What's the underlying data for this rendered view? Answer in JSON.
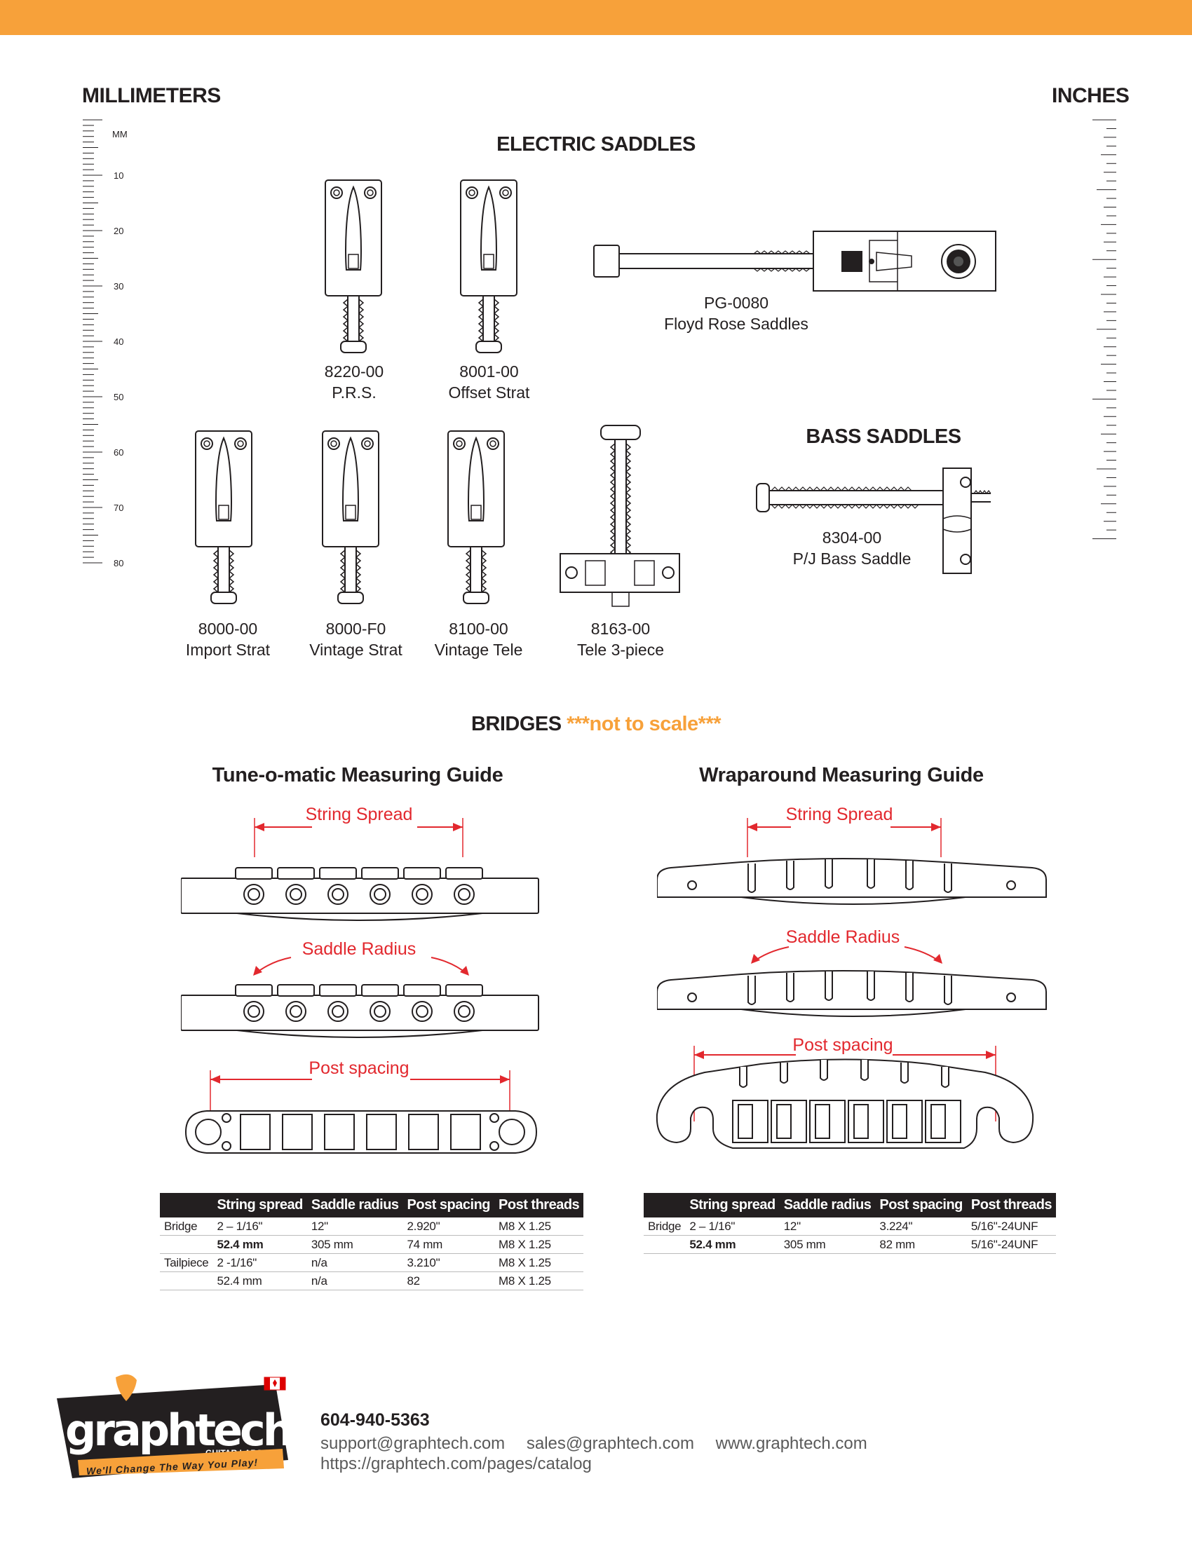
{
  "header": {
    "left_title": "MILLIMETERS",
    "right_title": "INCHES",
    "mm_unit": "MM",
    "mm_ticks": [
      "10",
      "20",
      "30",
      "40",
      "50",
      "60",
      "70",
      "80"
    ]
  },
  "electric_saddles": {
    "title": "ELECTRIC SADDLES",
    "items": [
      {
        "part": "8220-00",
        "name": "P.R.S."
      },
      {
        "part": "8001-00",
        "name": "Offset Strat"
      },
      {
        "part": "PG-0080",
        "name": "Floyd Rose Saddles"
      },
      {
        "part": "8000-00",
        "name": "Import Strat"
      },
      {
        "part": "8000-F0",
        "name": "Vintage Strat"
      },
      {
        "part": "8100-00",
        "name": "Vintage Tele"
      },
      {
        "part": "8163-00",
        "name": "Tele 3-piece"
      }
    ]
  },
  "bass_saddles": {
    "title": "BASS SADDLES",
    "items": [
      {
        "part": "8304-00",
        "name": "P/J Bass Saddle"
      }
    ]
  },
  "bridges": {
    "title": "BRIDGES",
    "note": "***not to scale***",
    "tune_o_matic": {
      "title": "Tune-o-matic Measuring Guide",
      "labels": {
        "string_spread": "String Spread",
        "saddle_radius": "Saddle Radius",
        "post_spacing": "Post spacing"
      },
      "table": {
        "headers": [
          "",
          "String spread",
          "Saddle radius",
          "Post spacing",
          "Post threads"
        ],
        "rows": [
          [
            "Bridge",
            "2 – 1/16\"",
            "12\"",
            "2.920\"",
            "M8 X 1.25"
          ],
          [
            "",
            "52.4 mm",
            "305 mm",
            "74 mm",
            "M8 X 1.25"
          ],
          [
            "Tailpiece",
            "2 -1/16\"",
            "n/a",
            "3.210\"",
            "M8 X 1.25"
          ],
          [
            "",
            "52.4 mm",
            "n/a",
            "82",
            "M8 X 1.25"
          ]
        ]
      }
    },
    "wraparound": {
      "title": "Wraparound Measuring Guide",
      "labels": {
        "string_spread": "String Spread",
        "saddle_radius": "Saddle Radius",
        "post_spacing": "Post spacing"
      },
      "table": {
        "headers": [
          "",
          "String spread",
          "Saddle radius",
          "Post spacing",
          "Post threads"
        ],
        "rows": [
          [
            "Bridge",
            "2 – 1/16\"",
            "12\"",
            "3.224\"",
            "5/16\"-24UNF"
          ],
          [
            "",
            "52.4 mm",
            "305 mm",
            "82 mm",
            "5/16\"-24UNF"
          ]
        ]
      }
    }
  },
  "footer": {
    "logo_text": "graphtech",
    "logo_sub": "GUITAR LABS",
    "tagline": "We'll Change The Way You Play!",
    "phone": "604-940-5363",
    "email_support": "support@graphtech.com",
    "email_sales": "sales@graphtech.com",
    "website": "www.graphtech.com",
    "catalog_url": "https://graphtech.com/pages/catalog"
  },
  "colors": {
    "accent": "#f7a13a",
    "annotation_red": "#e2282e",
    "ink": "#231f20"
  }
}
